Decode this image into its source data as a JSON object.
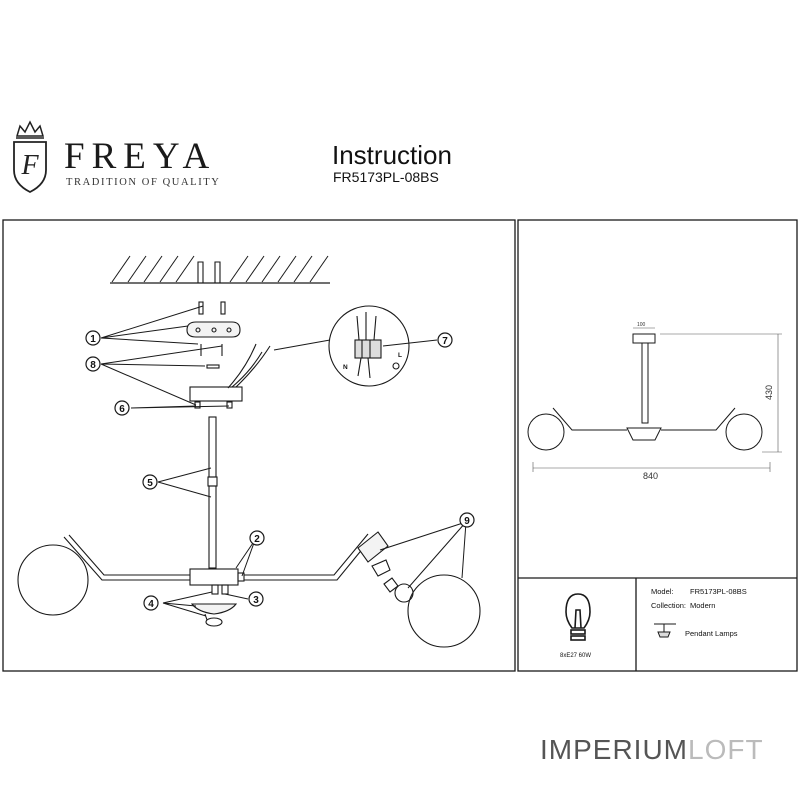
{
  "brand": {
    "name": "FREYA",
    "tagline": "TRADITION OF QUALITY",
    "monogram": "F"
  },
  "document": {
    "title": "Instruction",
    "model_code": "FR5173PL-08BS"
  },
  "callouts": [
    "1",
    "2",
    "3",
    "4",
    "5",
    "6",
    "7",
    "8",
    "9"
  ],
  "wiring_labels": {
    "neutral": "N",
    "live": "L"
  },
  "dimensions": {
    "width": "840",
    "height": "430",
    "canopy": "100"
  },
  "bulb": {
    "label": "8xE27 60W"
  },
  "specs": {
    "model_label": "Model:",
    "model_value": "FR5173PL-08BS",
    "collection_label": "Collection:",
    "collection_value": "Modern",
    "type_label": "Pendant Lamps"
  },
  "footer": {
    "brand_part1": "IMPERIUM",
    "brand_part2": "LOFT"
  },
  "colors": {
    "line": "#1a1a1a",
    "footer_gray": "#555555",
    "footer_light": "#bbbbbb"
  }
}
